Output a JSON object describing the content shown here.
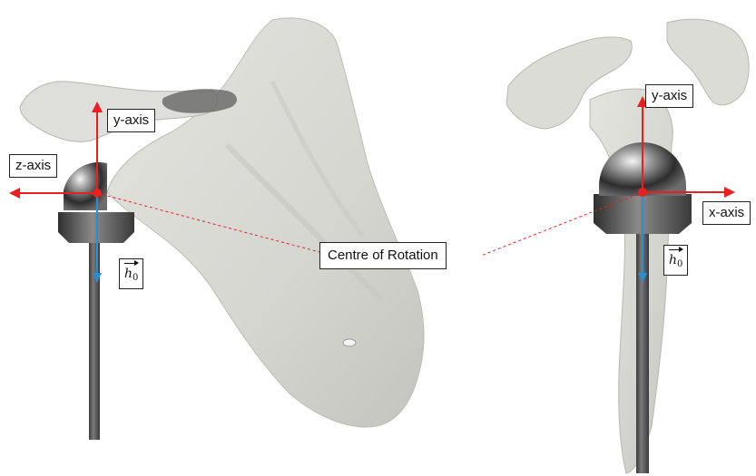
{
  "labels": {
    "left_y_axis": "y-axis",
    "left_z_axis": "z-axis",
    "right_y_axis": "y-axis",
    "right_x_axis": "x-axis",
    "centre_of_rotation": "Centre of Rotation",
    "h0_symbol": "h",
    "h0_subscript": "0"
  },
  "colors": {
    "axis_arrow": "#e8201f",
    "h0_arrow": "#2a8fd0",
    "centre_dot": "#e8201f",
    "leader_line": "#e8201f",
    "bone": "#dcdcd7",
    "bone_shadow": "#b9b9b3",
    "implant_metal": "#5b5b5b",
    "implant_sphere": "#8a8a8a"
  },
  "icons": {
    "left_view": "scapula-lateral-view-illustration",
    "right_view": "scapula-anterior-view-illustration",
    "centre": "centre-of-rotation-dot"
  }
}
